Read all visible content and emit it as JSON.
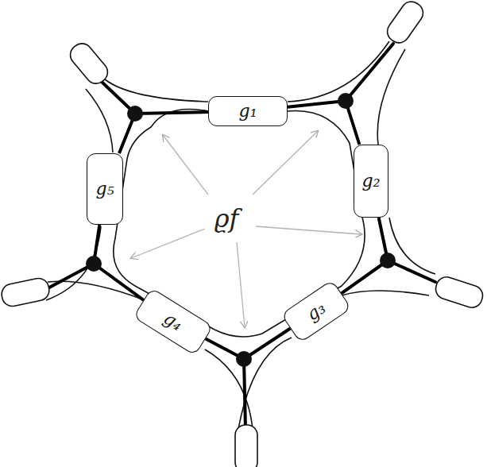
{
  "diagram": {
    "nodes": [
      {
        "text": [
          "g₁"
        ]
      },
      {
        "text": [
          "g₂"
        ]
      },
      {
        "text": [
          "g₃"
        ]
      },
      {
        "text": [
          "g₄"
        ]
      },
      {
        "text": [
          "g₅"
        ]
      }
    ],
    "edges": [
      {
        "from": 0,
        "to": 1,
        "arrow": "none"
      },
      {
        "from": 1,
        "to": 2,
        "arrow": "none"
      },
      {
        "from": 2,
        "to": 3,
        "arrow": "none"
      },
      {
        "from": 3,
        "to": 4,
        "arrow": "none"
      },
      {
        "from": 4,
        "to": 0,
        "arrow": "none"
      }
    ],
    "labels": [
      "ϱf"
    ]
  }
}
